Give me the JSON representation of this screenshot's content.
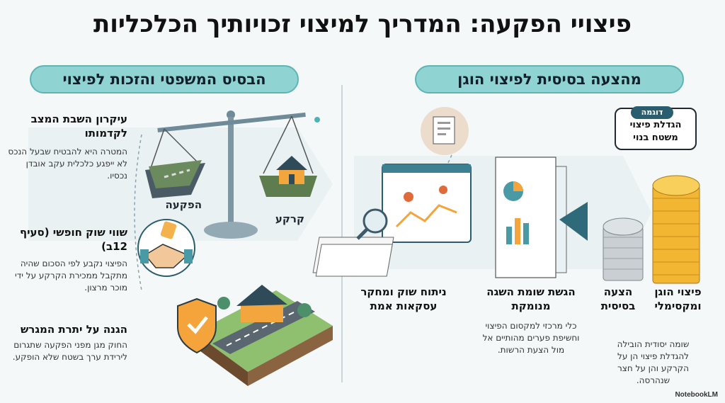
{
  "title": "פיצויי הפקעה: המדריך למיצוי זכויותיך הכלכליות",
  "left_panel": {
    "header": "הבסיס המשפטי והזכות לפיצוי",
    "items": [
      {
        "heading": "עיקרון השבת המצב לקדמותו",
        "body": "המטרה היא להבטיח שבעל הנכס לא ייפגע כלכלית עקב אובדן נכסיו."
      },
      {
        "heading": "שווי שוק חופשי (סעיף 12ב)",
        "body": "הפיצוי נקבע לפי הסכום שהיה מתקבל ממכירת הקרקע על ידי מוכר מרצון."
      },
      {
        "heading": "הגנה על יתרת המגרש",
        "body": "החוק מגן מפני הפקעה שתגרום לירידת ערך בשטח שלא הופקע."
      }
    ],
    "scale_labels": {
      "left": "הפקעה",
      "right": "קרקע"
    }
  },
  "right_panel": {
    "header": "מהצעה בסיסית לפיצוי הוגן",
    "steps": [
      {
        "heading": "ניתוח שוק ומחקר עסקאות אמת",
        "body": ""
      },
      {
        "heading": "הגשת שומת השגה מנומקת",
        "body": "כלי מרכזי למקסום הפיצוי וחשיפת פערים מהותיים אל מול הצעת הרשות."
      },
      {
        "heading": "הצעה בסיסית",
        "body": ""
      },
      {
        "heading": "פיצוי הוגן ומקסימלי",
        "body": "שומה יסודית הובילה להגדלת פיצוי הן על הקרקע והן על חצר שנהרסה."
      }
    ],
    "example": {
      "badge": "דוגמה",
      "text": "הגדלת פיצוי משטח בנוי"
    }
  },
  "logo": "NotebookLM",
  "colors": {
    "teal": "#8fd3d3",
    "navy": "#2a5d6e",
    "orange": "#f4a43a",
    "gold": "#f2b632"
  }
}
